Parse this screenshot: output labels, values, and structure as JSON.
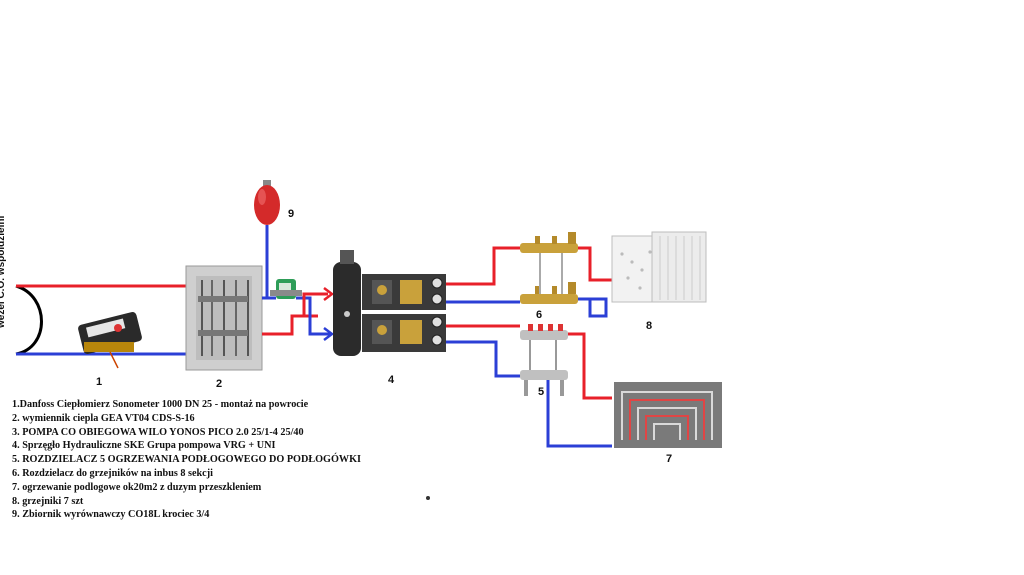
{
  "side_label": "wezel C.O. wspoldzielni",
  "numbers": {
    "n1": "1",
    "n2": "2",
    "n4": "4",
    "n5": "5",
    "n6": "6",
    "n7": "7",
    "n8": "8",
    "n9": "9"
  },
  "legend": [
    "1.Danfoss Ciepłomierz Sonometer 1000 DN 25 - montaż na powrocie",
    "2. wymiennik ciepla GEA VT04 CDS-S-16",
    "3. POMPA CO OBIEGOWA WILO YONOS PICO 2.0 25/1-4 25/40",
    "4. Sprzęgło Hydrauliczne SKE Grupa pompowa VRG + UNI",
    "5. ROZDZIELACZ 5 OGRZEWANIA PODŁOGOWEGO DO PODŁOGÓWKI",
    "6. Rozdzielacz do grzejników na inbus 8 sekcji",
    "7. ogrzewanie podlogowe ok20m2 z duzym przeszkleniem",
    "8. grzejniki 7 szt",
    "9. Zbiornik wyrównawczy CO18L krociec 3/4"
  ],
  "colors": {
    "supply": "#e8202a",
    "return": "#2b3fd6",
    "tank": "#d42a2a"
  }
}
